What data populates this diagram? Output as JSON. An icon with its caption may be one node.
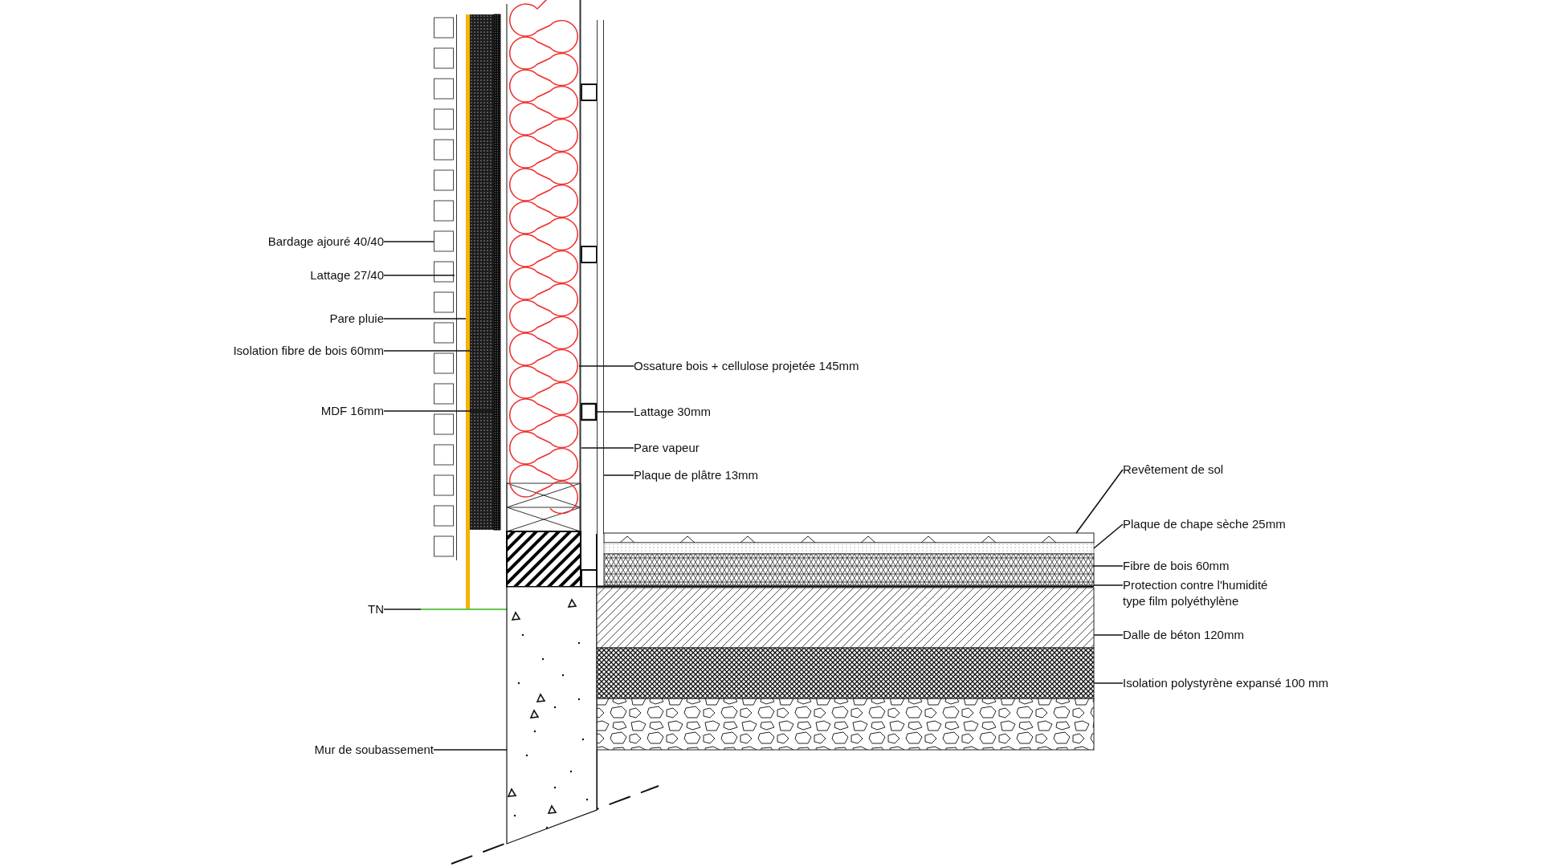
{
  "diagram": {
    "nodes": [
      {
        "text": [
          "Bardage ajouré 40/40"
        ]
      },
      {
        "text": [
          "Lattage 27/40"
        ]
      },
      {
        "text": [
          "Pare pluie"
        ]
      },
      {
        "text": [
          "Isolation fibre de bois 60mm"
        ]
      },
      {
        "text": [
          "MDF 16mm"
        ]
      },
      {
        "text": [
          "TN"
        ]
      },
      {
        "text": [
          "Mur de soubassement"
        ]
      },
      {
        "text": [
          "Ossature bois + cellulose projetée 145mm"
        ]
      },
      {
        "text": [
          "Lattage 30mm"
        ]
      },
      {
        "text": [
          "Pare vapeur"
        ]
      },
      {
        "text": [
          "Plaque de plâtre 13mm"
        ]
      },
      {
        "text": [
          "Revêtement de sol"
        ]
      },
      {
        "text": [
          "Plaque de chape sèche 25mm"
        ]
      },
      {
        "text": [
          "Fibre de bois 60mm"
        ]
      },
      {
        "text": [
          "Protection contre l'humidité type film polyéthylène"
        ]
      },
      {
        "text": [
          "Dalle de béton 120mm"
        ]
      },
      {
        "text": [
          "Isolation polystyrène expansé 100 mm"
        ]
      },
      {
        "text": [],
        "shape": "bar"
      },
      {
        "text": [],
        "shape": "bar"
      },
      {
        "text": [],
        "shape": "bar"
      },
      {
        "text": [],
        "shape": "bar"
      },
      {
        "text": [],
        "shape": "bar"
      },
      {
        "text": [],
        "shape": "line"
      },
      {
        "text": [],
        "shape": "box"
      },
      {
        "text": [],
        "shape": "box"
      },
      {
        "text": [],
        "shape": "box"
      },
      {
        "text": [],
        "shape": "line"
      },
      {
        "text": [],
        "shape": "bar"
      },
      {
        "text": [],
        "shape": "bar"
      },
      {
        "text": [],
        "shape": "bar"
      },
      {
        "text": [],
        "shape": "bar"
      },
      {
        "text": [],
        "shape": "line"
      },
      {
        "text": [],
        "shape": "bar"
      },
      {
        "text": [],
        "shape": "bar"
      }
    ],
    "edges": [
      {
        "from": 0,
        "to": 17,
        "arrow": "none"
      },
      {
        "from": 1,
        "to": 18,
        "arrow": "none"
      },
      {
        "from": 2,
        "to": 19,
        "arrow": "none"
      },
      {
        "from": 3,
        "to": 20,
        "arrow": "none"
      },
      {
        "from": 4,
        "to": 21,
        "arrow": "none"
      },
      {
        "from": 5,
        "to": 22,
        "arrow": "none"
      },
      {
        "from": 6,
        "to": 23,
        "arrow": "none"
      },
      {
        "from": 7,
        "to": 24,
        "arrow": "none"
      },
      {
        "from": 8,
        "to": 25,
        "arrow": "none"
      },
      {
        "from": 9,
        "to": 26,
        "arrow": "none"
      },
      {
        "from": 10,
        "to": 27,
        "arrow": "none"
      },
      {
        "from": 11,
        "to": 28,
        "arrow": "none"
      },
      {
        "from": 12,
        "to": 29,
        "arrow": "none"
      },
      {
        "from": 13,
        "to": 30,
        "arrow": "none"
      },
      {
        "from": 14,
        "to": 31,
        "arrow": "none"
      },
      {
        "from": 15,
        "to": 32,
        "arrow": "none"
      },
      {
        "from": 16,
        "to": 33,
        "arrow": "none"
      }
    ]
  }
}
